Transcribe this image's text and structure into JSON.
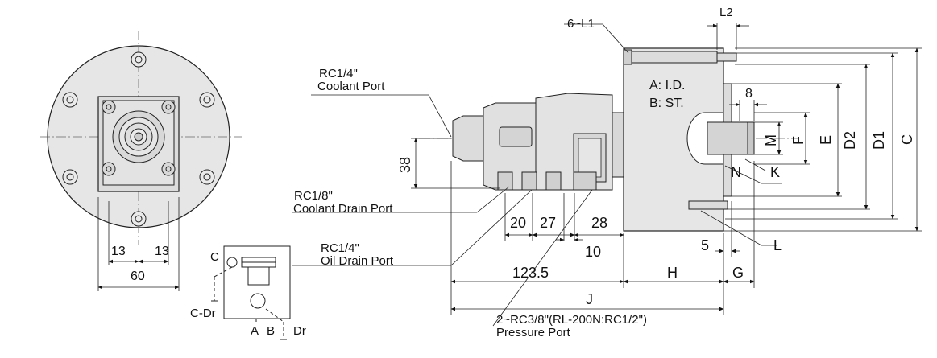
{
  "labels": {
    "six_l1": "6~L1",
    "l2": "L2",
    "coolant_port_size": "RC1/4\"",
    "coolant_port": "Coolant Port",
    "a_id": "A: I.D.",
    "b_st": "B: ST.",
    "dim_8": "8",
    "m": "M",
    "f": "F",
    "e": "E",
    "d2": "D2",
    "d1": "D1",
    "c": "C",
    "n": "N",
    "k": "K",
    "dim_38": "38",
    "coolant_drain_size": "RC1/8\"",
    "coolant_drain": "Coolant Drain Port",
    "dim_20": "20",
    "dim_27a": "27",
    "dim_28": "28",
    "dim_5": "5",
    "l": "L",
    "dim_10": "10",
    "oil_drain_size": "RC1/4\"",
    "oil_drain": "Oil Drain Port",
    "dim_123_5": "123.5",
    "h": "H",
    "g": "G",
    "j": "J",
    "pressure_size": "2~RC3/8\"(RL-200N:RC1/2\")",
    "pressure_port": "Pressure Port",
    "dim_13a": "13",
    "dim_13b": "13",
    "dim_60": "60",
    "sch_c": "C",
    "sch_cdr": "C-Dr",
    "sch_a": "A",
    "sch_b": "B",
    "sch_dr": "Dr"
  },
  "colors": {
    "body_fill": "#e6e6e6",
    "line": "#111111"
  }
}
